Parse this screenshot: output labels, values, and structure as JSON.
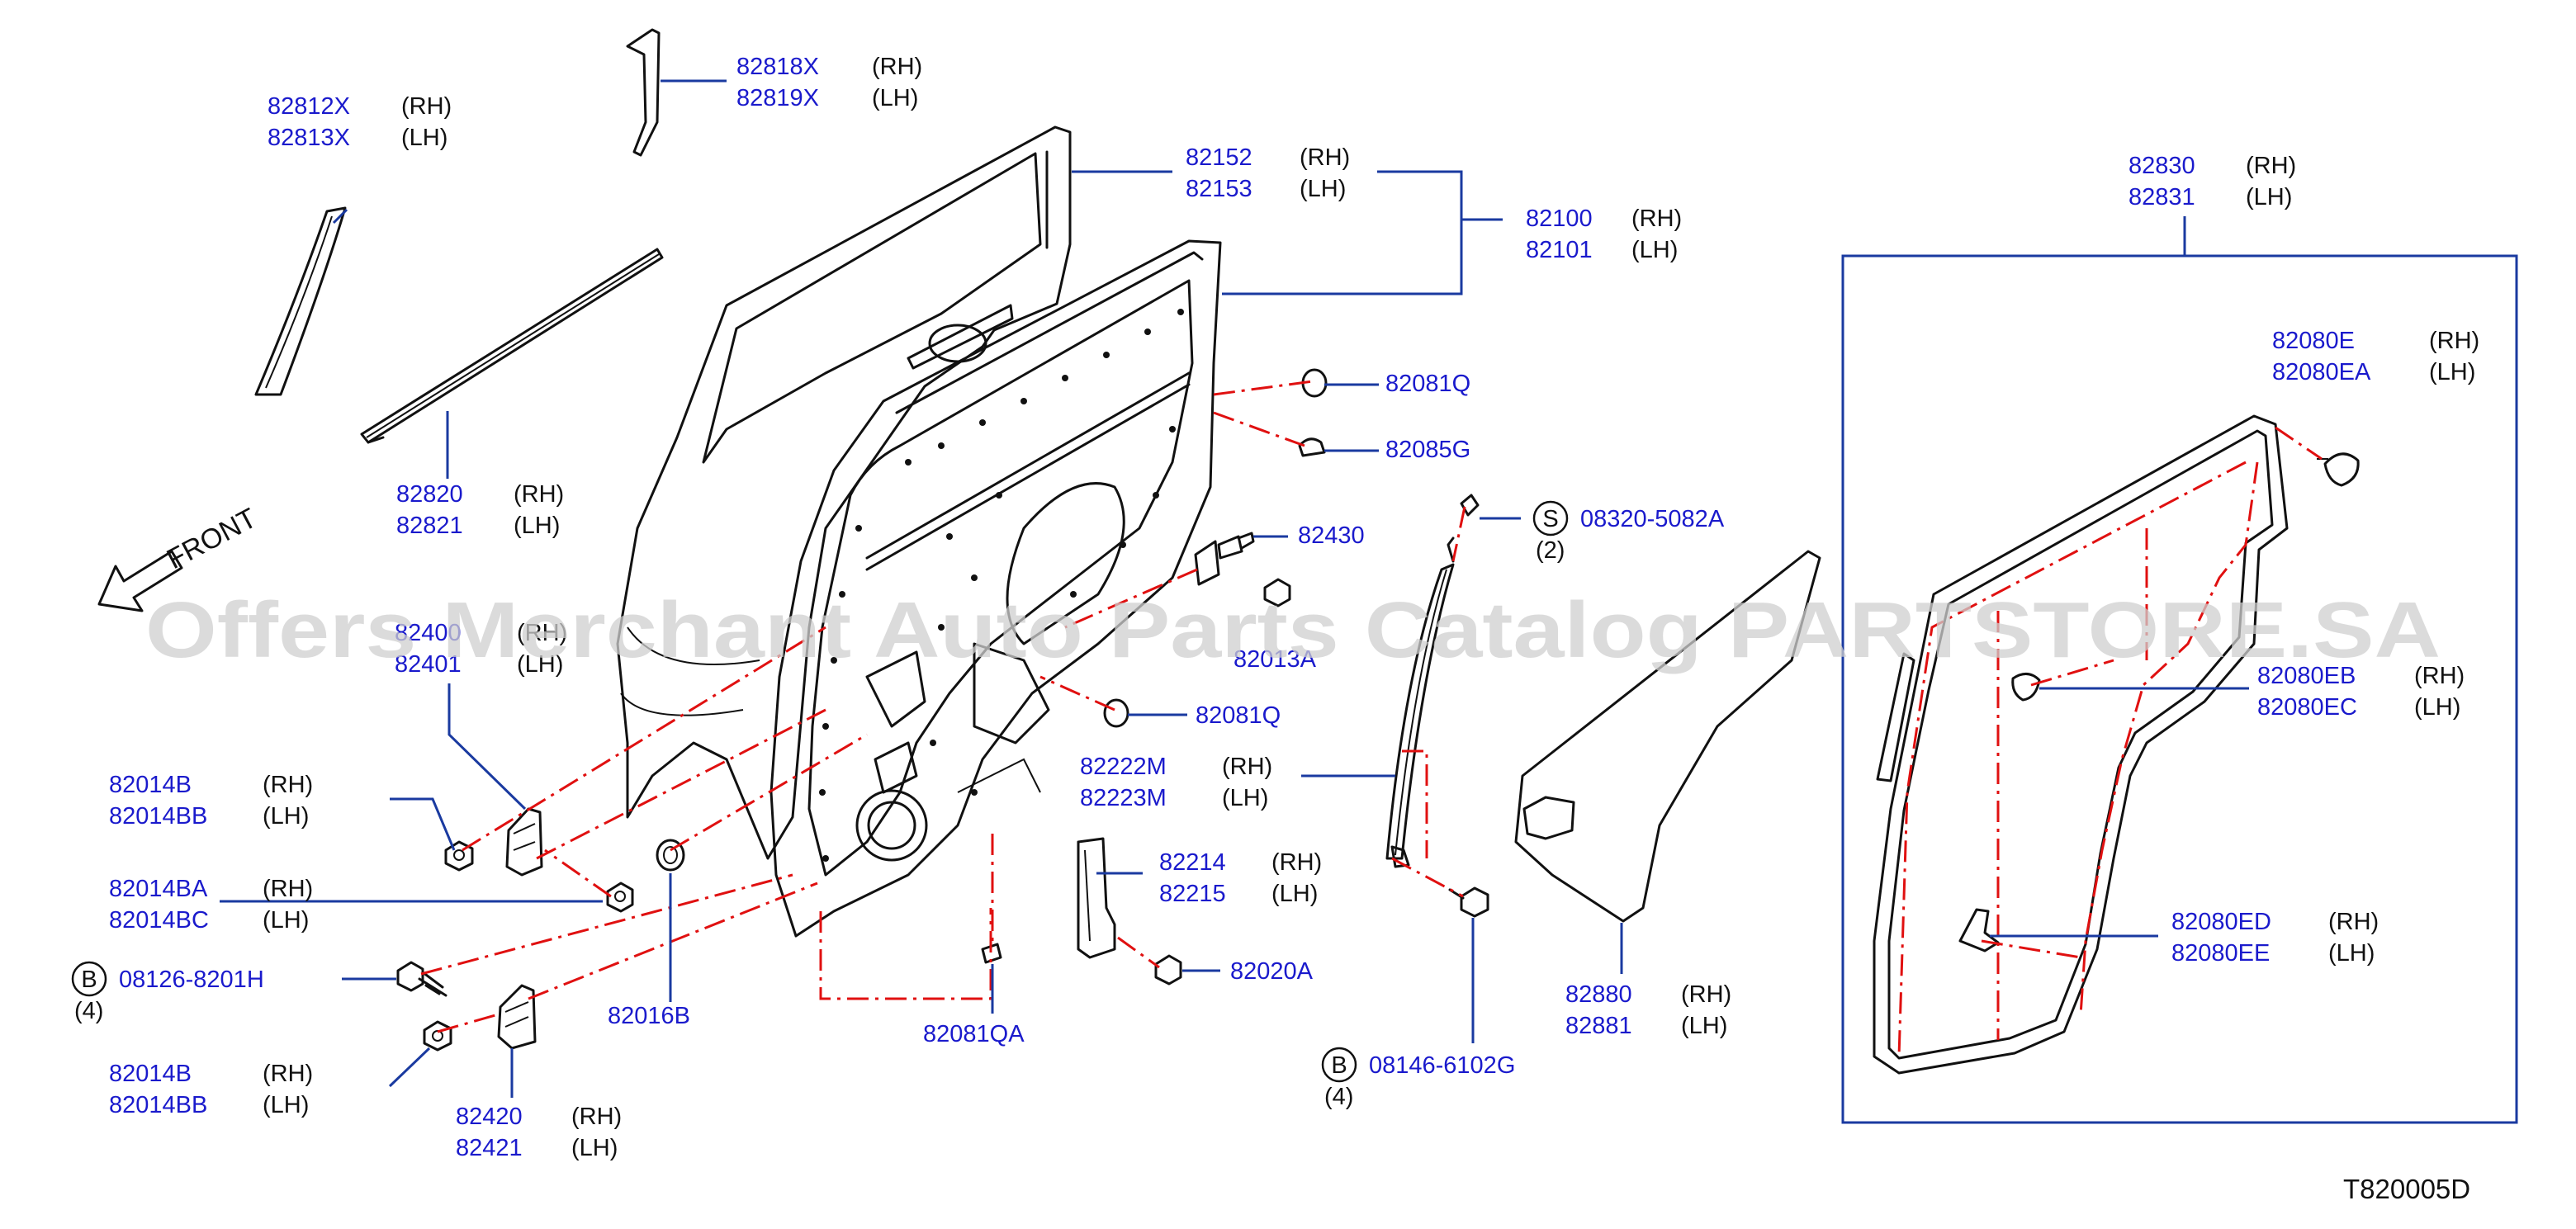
{
  "colors": {
    "part_number": "#1a1acc",
    "side": "#111111",
    "leader": "#1a3aa0",
    "centerline": "#e01010",
    "box": "#1a3aa0",
    "watermark": "#cfcfcf"
  },
  "front_label": "FRONT",
  "watermark": "Offers Merchant Auto Parts Catalog PARTSTORE.SA",
  "diagram_code": "T820005D",
  "callouts": [
    {
      "id": "c01",
      "lines": [
        {
          "pn": "82812X",
          "side": "(RH)"
        },
        {
          "pn": "82813X",
          "side": "(LH)"
        }
      ]
    },
    {
      "id": "c02",
      "lines": [
        {
          "pn": "82818X",
          "side": "(RH)"
        },
        {
          "pn": "82819X",
          "side": "(LH)"
        }
      ]
    },
    {
      "id": "c03",
      "lines": [
        {
          "pn": "82152",
          "side": "(RH)"
        },
        {
          "pn": "82153",
          "side": "(LH)"
        }
      ]
    },
    {
      "id": "c04",
      "lines": [
        {
          "pn": "82100",
          "side": "(RH)"
        },
        {
          "pn": "82101",
          "side": "(LH)"
        }
      ]
    },
    {
      "id": "c05",
      "lines": [
        {
          "pn": "82820",
          "side": "(RH)"
        },
        {
          "pn": "82821",
          "side": "(LH)"
        }
      ]
    },
    {
      "id": "c06",
      "lines": [
        {
          "pn": "82081Q",
          "side": ""
        }
      ]
    },
    {
      "id": "c07",
      "lines": [
        {
          "pn": "82085G",
          "side": ""
        }
      ]
    },
    {
      "id": "c08",
      "lines": [
        {
          "pn": "82430",
          "side": ""
        }
      ]
    },
    {
      "id": "c09",
      "lines": [
        {
          "pn": "08320-5082A",
          "side": ""
        }
      ],
      "badge": "S",
      "qty": "(2)"
    },
    {
      "id": "c10",
      "lines": [
        {
          "pn": "82400",
          "side": "(RH)"
        },
        {
          "pn": "82401",
          "side": "(LH)"
        }
      ]
    },
    {
      "id": "c11",
      "lines": [
        {
          "pn": "82013A",
          "side": ""
        }
      ]
    },
    {
      "id": "c12",
      "lines": [
        {
          "pn": "82081Q",
          "side": ""
        }
      ]
    },
    {
      "id": "c13",
      "lines": [
        {
          "pn": "82014B",
          "side": "(RH)"
        },
        {
          "pn": "82014BB",
          "side": "(LH)"
        }
      ]
    },
    {
      "id": "c14",
      "lines": [
        {
          "pn": "82222M",
          "side": "(RH)"
        },
        {
          "pn": "82223M",
          "side": "(LH)"
        }
      ]
    },
    {
      "id": "c15",
      "lines": [
        {
          "pn": "82014BA",
          "side": "(RH)"
        },
        {
          "pn": "82014BC",
          "side": "(LH)"
        }
      ]
    },
    {
      "id": "c16",
      "lines": [
        {
          "pn": "82214",
          "side": "(RH)"
        },
        {
          "pn": "82215",
          "side": "(LH)"
        }
      ]
    },
    {
      "id": "c17",
      "lines": [
        {
          "pn": "08126-8201H",
          "side": ""
        }
      ],
      "badge": "B",
      "qty": "(4)"
    },
    {
      "id": "c18",
      "lines": [
        {
          "pn": "82020A",
          "side": ""
        }
      ]
    },
    {
      "id": "c19",
      "lines": [
        {
          "pn": "82016B",
          "side": ""
        }
      ]
    },
    {
      "id": "c20",
      "lines": [
        {
          "pn": "82081QA",
          "side": ""
        }
      ]
    },
    {
      "id": "c21",
      "lines": [
        {
          "pn": "08146-6102G",
          "side": ""
        }
      ],
      "badge": "B",
      "qty": "(4)"
    },
    {
      "id": "c22",
      "lines": [
        {
          "pn": "82014B",
          "side": "(RH)"
        },
        {
          "pn": "82014BB",
          "side": "(LH)"
        }
      ]
    },
    {
      "id": "c23",
      "lines": [
        {
          "pn": "82420",
          "side": "(RH)"
        },
        {
          "pn": "82421",
          "side": "(LH)"
        }
      ]
    },
    {
      "id": "c24",
      "lines": [
        {
          "pn": "82880",
          "side": "(RH)"
        },
        {
          "pn": "82881",
          "side": "(LH)"
        }
      ]
    },
    {
      "id": "c25",
      "lines": [
        {
          "pn": "82830",
          "side": "(RH)"
        },
        {
          "pn": "82831",
          "side": "(LH)"
        }
      ]
    },
    {
      "id": "c26",
      "lines": [
        {
          "pn": "82080E",
          "side": "(RH)"
        },
        {
          "pn": "82080EA",
          "side": "(LH)"
        }
      ]
    },
    {
      "id": "c27",
      "lines": [
        {
          "pn": "82080EB",
          "side": "(RH)"
        },
        {
          "pn": "82080EC",
          "side": "(LH)"
        }
      ]
    },
    {
      "id": "c28",
      "lines": [
        {
          "pn": "82080ED",
          "side": "(RH)"
        },
        {
          "pn": "82080EE",
          "side": "(LH)"
        }
      ]
    }
  ]
}
